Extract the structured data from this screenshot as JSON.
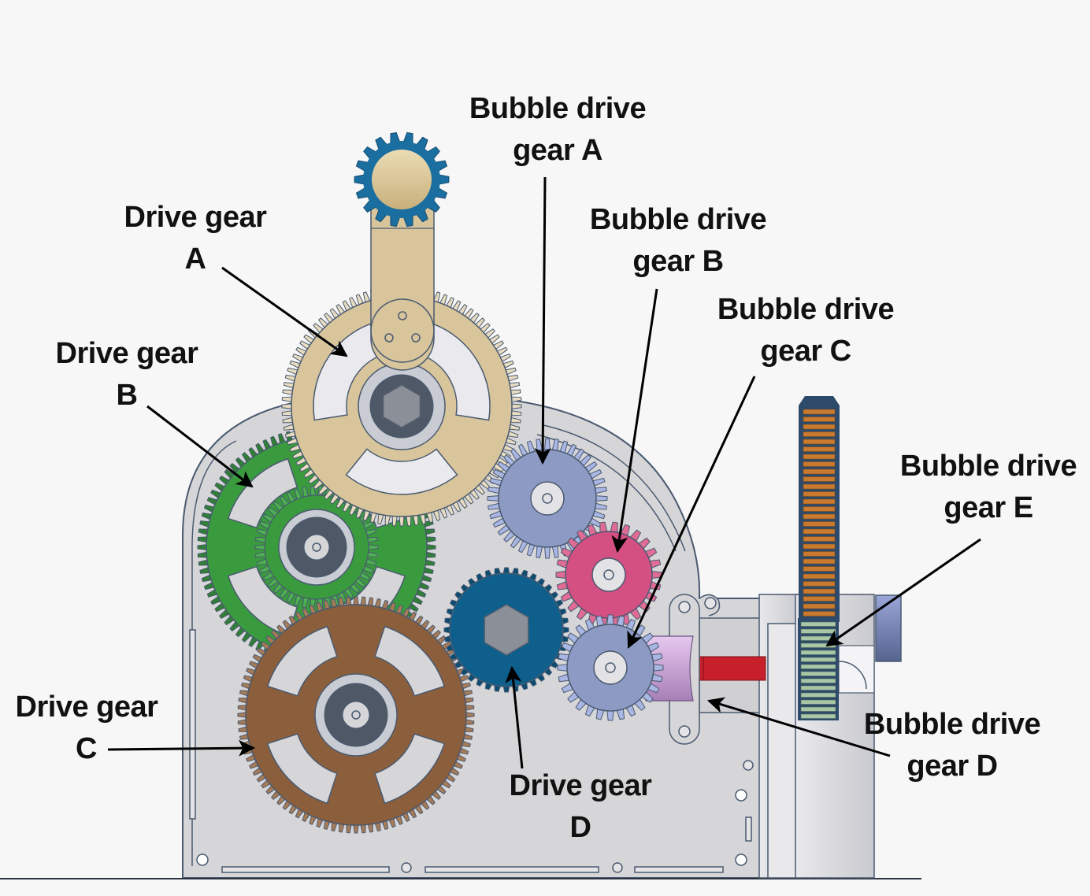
{
  "title": "Gear train diagram",
  "labels": {
    "drive_gear_a": {
      "line1": "Drive gear",
      "line2": "A"
    },
    "drive_gear_b": {
      "line1": "Drive gear",
      "line2": "B"
    },
    "drive_gear_c": {
      "line1": "Drive gear",
      "line2": "C"
    },
    "drive_gear_d": {
      "line1": "Drive gear",
      "line2": "D"
    },
    "bubble_drive_gear_a": {
      "line1": "Bubble drive",
      "line2": "gear A"
    },
    "bubble_drive_gear_b": {
      "line1": "Bubble drive",
      "line2": "gear B"
    },
    "bubble_drive_gear_c": {
      "line1": "Bubble drive",
      "line2": "gear C"
    },
    "bubble_drive_gear_d": {
      "line1": "Bubble drive",
      "line2": "gear D"
    },
    "bubble_drive_gear_e": {
      "line1": "Bubble drive",
      "line2": "gear E"
    }
  },
  "colors": {
    "background": "#f7f7f8",
    "housing": "#d6d6d8",
    "outline": "#4a5a70",
    "drive_gear_a": "#d8c59c",
    "drive_gear_b": "#3a9a3e",
    "drive_gear_c": "#8b5e3c",
    "drive_gear_d": "#0e5f8c",
    "bubble_drive_gear_a": "#8d9ac4",
    "bubble_drive_gear_b": "#d44f82",
    "bubble_drive_gear_c": "#8d9ac4",
    "bubble_drive_gear_d": "#cfa8d8",
    "bubble_drive_gear_e": "#a9c6a6",
    "rack": "#c97a2e",
    "shaft": "#c8202b",
    "knob_ring": "#1b6fa0",
    "knob": "#e3d3a6",
    "arrow": "#000000"
  }
}
